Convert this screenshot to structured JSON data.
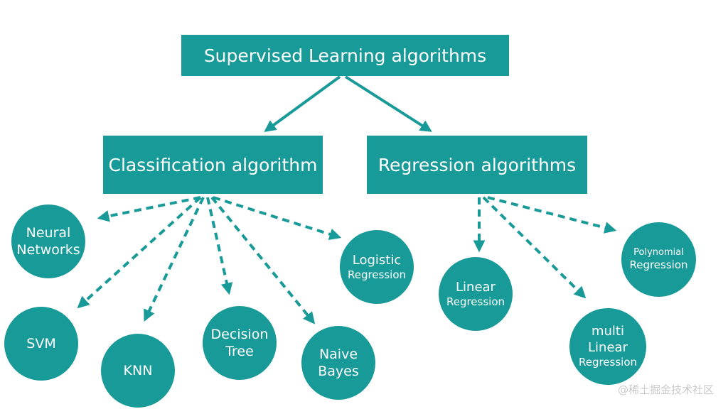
{
  "colors": {
    "primary": "#189a98",
    "edge": "#189a98",
    "text": "#ffffff"
  },
  "root": {
    "label": "Supervised Learning algorithms"
  },
  "categories": {
    "classification": {
      "label": "Classification algorithm"
    },
    "regression": {
      "label": "Regression algorithms"
    }
  },
  "classification_algorithms": {
    "neural_networks": {
      "line1": "Neural",
      "line2": "Networks"
    },
    "svm": {
      "line1": "SVM"
    },
    "knn": {
      "line1": "KNN"
    },
    "decision_tree": {
      "line1": "Decision",
      "line2": "Tree"
    },
    "naive_bayes": {
      "line1": "Naive",
      "line2": "Bayes"
    },
    "logistic_regression": {
      "line1": "Logistic",
      "line2": "Regression"
    }
  },
  "regression_algorithms": {
    "linear_regression": {
      "line1": "Linear",
      "line2": "Regression"
    },
    "multi_linear_regression": {
      "line1": "multi",
      "line2": "Linear",
      "line3": "Regression"
    },
    "polynomial_regression": {
      "line1": "Polynomial",
      "line2": "Regression"
    }
  },
  "watermark": {
    "text": "@稀土掘金技术社区"
  }
}
